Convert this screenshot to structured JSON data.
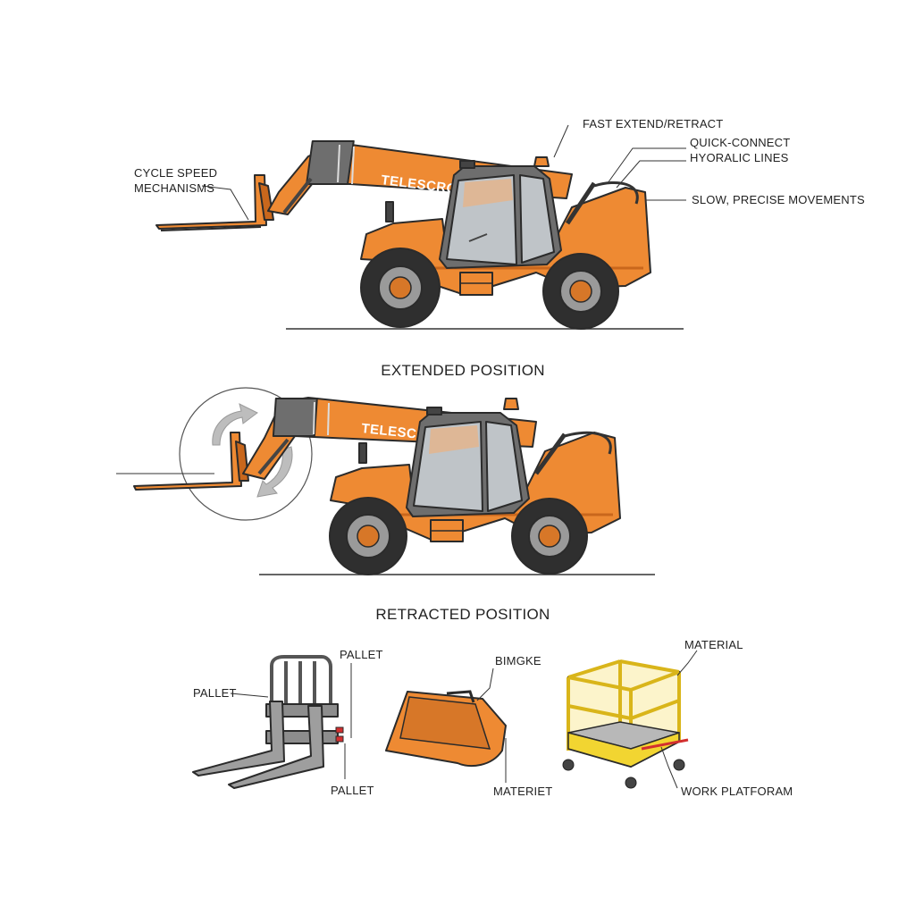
{
  "colors": {
    "machine_orange": "#EE8A33",
    "machine_orange_dark": "#C9671C",
    "cab_glass": "#BFC4C8",
    "chassis_grey": "#6E6E6E",
    "tire_dark": "#2F2F2F",
    "hub_orange": "#D77728",
    "platform_yellow": "#F2D531",
    "outline": "#2B2B2B"
  },
  "icons": {
    "beacon": "beacon-light-icon",
    "rotation": "circular-arrows-icon"
  },
  "top_machine": {
    "brand": "TELESCROO",
    "callouts": {
      "fast_extend": "FAST EXTEND/RETRACT",
      "quick_connect_line1": "QUICK-CONNECT",
      "quick_connect_line2": "HYORALIC LINES",
      "slow_precise": "SLOW, PRECISE MOVEMENTS",
      "cycle_speed_line1": "CYCLE SPEED",
      "cycle_speed_line2": "MECHANISMS"
    }
  },
  "titles": {
    "extended": "EXTENDED POSITION",
    "retracted": "RETRACTED POSITION"
  },
  "middle_machine": {
    "brand": "TELESCROO"
  },
  "attachments": {
    "fork": {
      "label_top": "PALLET",
      "label_left": "PALLET",
      "label_bottom": "PALLET"
    },
    "bucket": {
      "label_top": "BIMGKE",
      "label_bottom": "MATERIET"
    },
    "platform": {
      "label_top": "MATERIAL",
      "label_bottom": "WORK PLATFORAM"
    }
  }
}
